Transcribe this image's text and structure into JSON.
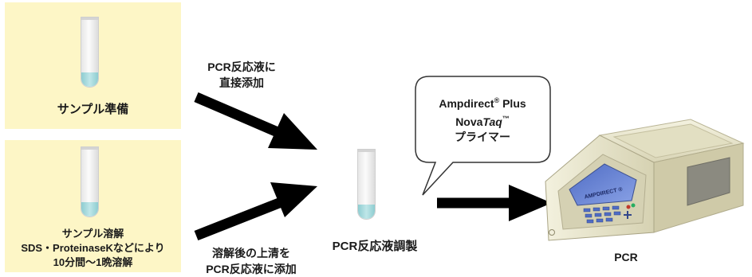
{
  "panels": {
    "prep": {
      "label": "サンプル準備"
    },
    "lysis": {
      "line1": "サンプル溶解",
      "line2": "SDS・ProteinaseKなどにより",
      "line3": "10分間〜1晩溶解"
    }
  },
  "arrows": {
    "top_label_line1": "PCR反応液に",
    "top_label_line2": "直接添加",
    "bottom_label_line1": "溶解後の上清を",
    "bottom_label_line2": "PCR反応液に添加"
  },
  "center": {
    "label": "PCR反応液調製"
  },
  "bubble": {
    "line1_main": "Ampdirect",
    "line1_mark": "®",
    "line1_tail": " Plus",
    "line2_main": "Nova",
    "line2_italic": "Taq",
    "line2_mark": "™",
    "line3": "プライマー"
  },
  "machine": {
    "screen_text": "AMPDIRECT ®",
    "label": "PCR"
  },
  "colors": {
    "panel_bg": "#fdf6c6",
    "liquid": "#a8dcdf",
    "arrow": "#000000",
    "machine_body": "#e9e6c9",
    "screen": "#5f7bd0"
  }
}
